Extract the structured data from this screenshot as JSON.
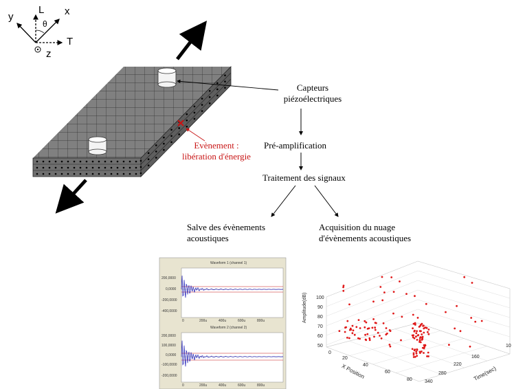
{
  "axes": {
    "y": "y",
    "L": "L",
    "x": "x",
    "theta": "θ",
    "T": "T",
    "z": "z"
  },
  "labels": {
    "sensors_line1": "Capteurs",
    "sensors_line2": "piézoélectriques",
    "event_line1": "Evènement :",
    "event_line2": "libération d'énergie",
    "preamp": "Pré-amplification",
    "processing": "Traitement des signaux",
    "burst_line1": "Salve des évènements",
    "burst_line2": "acoustiques",
    "cloud_line1": "Acquisition du nuage",
    "cloud_line2": "d'évènements acoustiques"
  },
  "waveform": {
    "title1": "Waveform 1 (channel 1)",
    "title2": "Waveform 2 (channel 2)",
    "yticks": [
      "200,0000",
      "0,0000",
      "-200,0000",
      "-400,0000"
    ],
    "yticks2": [
      "200,0000",
      "100,0000",
      "0,0000",
      "-100,0000",
      "-200,0000"
    ],
    "xticks": [
      "0",
      "200u",
      "400u",
      "600u",
      "800u"
    ]
  },
  "scatter3d": {
    "zlabel": "Amplitude(dB)",
    "xlabel": "X Position",
    "ylabel": "Time(sec)",
    "zticks": [
      "100",
      "90",
      "80",
      "70",
      "60",
      "50"
    ],
    "xticks": [
      "0",
      "20",
      "40",
      "60",
      "80"
    ],
    "yticks": [
      "160",
      "220",
      "280",
      "340"
    ],
    "ytick_far": "10"
  },
  "colors": {
    "red": "#c81414",
    "blue": "#1a1ab4",
    "panel": "#e8e4d0"
  }
}
